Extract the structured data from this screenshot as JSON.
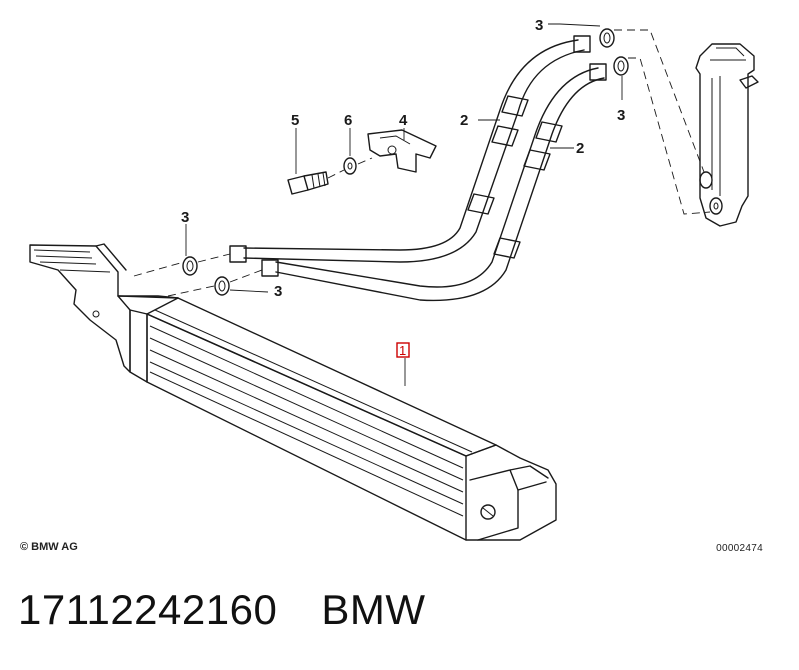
{
  "diagram": {
    "callouts": {
      "cooler": "1",
      "hose_upper": "2",
      "hose_lower": "2",
      "seal_top": "3",
      "seal_right": "3",
      "seal_left": "3",
      "seal_bottom": "3",
      "bracket": "4",
      "bolt": "5",
      "washer": "6"
    }
  },
  "footer": {
    "copyright": "© BMW AG",
    "reference_code": "00002474",
    "part_number": "17112242160",
    "brand": "BMW"
  },
  "colors": {
    "line": "#1a1a1a",
    "highlight": "#cc0000",
    "background": "#ffffff"
  }
}
